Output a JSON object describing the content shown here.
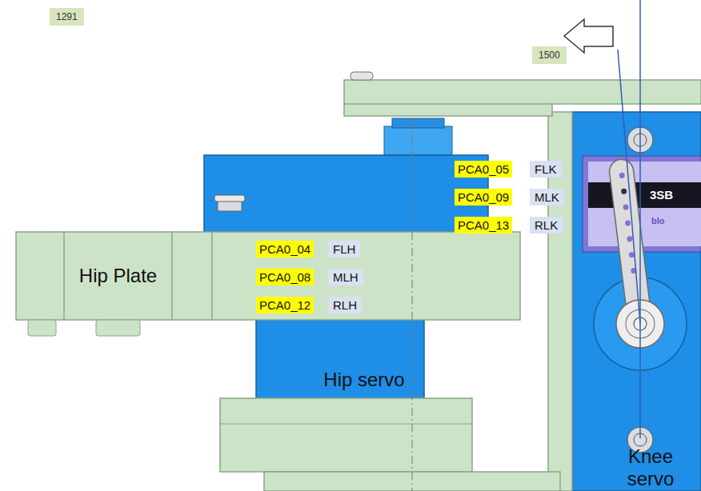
{
  "diagram": {
    "nodes": [
      {
        "text": [
          "Hip Plate"
        ]
      },
      {
        "text": [
          "Hip servo"
        ]
      },
      {
        "text": [
          "Knee servo"
        ]
      }
    ],
    "labels": [
      "1291",
      "1500",
      "PCA0_05",
      "FLK",
      "PCA0_09",
      "MLK",
      "PCA0_13",
      "RLK",
      "PCA0_04",
      "FLH",
      "PCA0_08",
      "MLH",
      "PCA0_12",
      "RLH",
      "3SB",
      "blo"
    ]
  }
}
